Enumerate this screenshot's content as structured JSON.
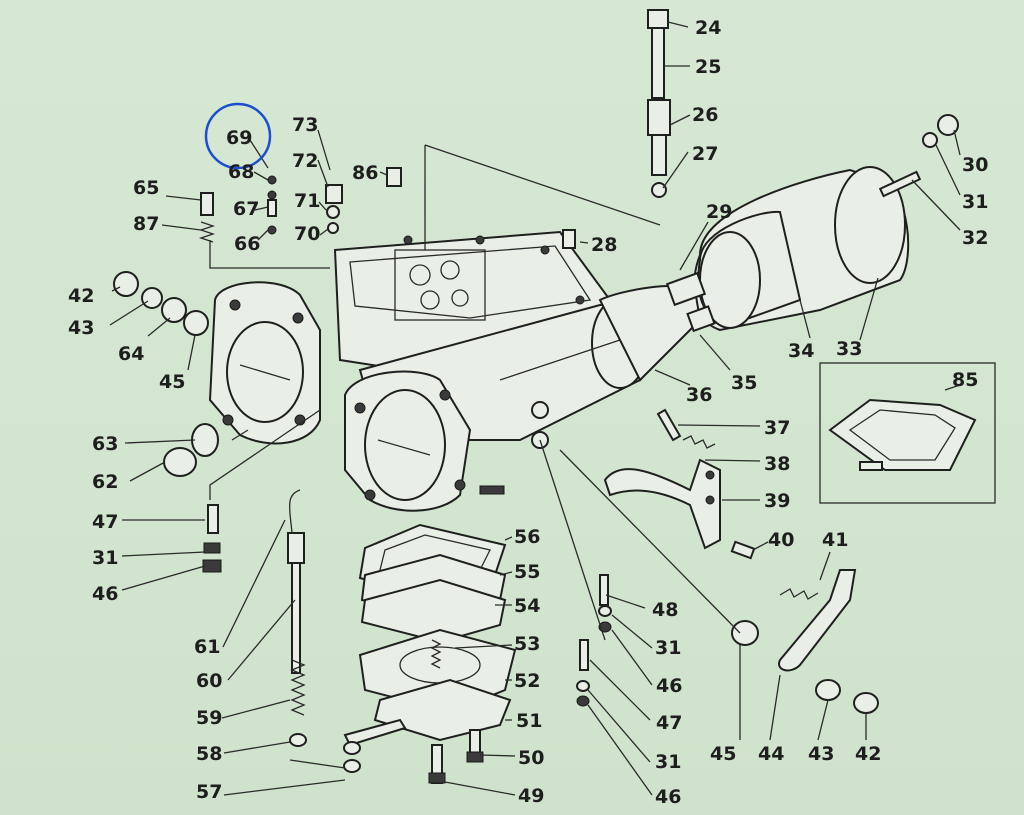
{
  "labels": [
    "24",
    "25",
    "26",
    "27",
    "28",
    "29",
    "30",
    "31",
    "32",
    "33",
    "34",
    "35",
    "36",
    "37",
    "38",
    "39",
    "40",
    "41",
    "42",
    "43",
    "44",
    "45",
    "46",
    "47",
    "48",
    "49",
    "50",
    "51",
    "52",
    "53",
    "54",
    "55",
    "56",
    "57",
    "58",
    "59",
    "60",
    "61",
    "62",
    "63",
    "64",
    "65",
    "66",
    "67",
    "68",
    "69",
    "70",
    "71",
    "72",
    "73",
    "85",
    "86",
    "87"
  ],
  "left_labels": [
    "42",
    "43",
    "64",
    "45",
    "63",
    "62",
    "47",
    "31",
    "46"
  ],
  "dup_labels": [
    "31",
    "46",
    "47",
    "45",
    "42",
    "43"
  ],
  "highlight": "69",
  "colors": {
    "background": "#d4e6d2",
    "highlight": "#1c4fd0",
    "ink": "#1e1e1e"
  }
}
